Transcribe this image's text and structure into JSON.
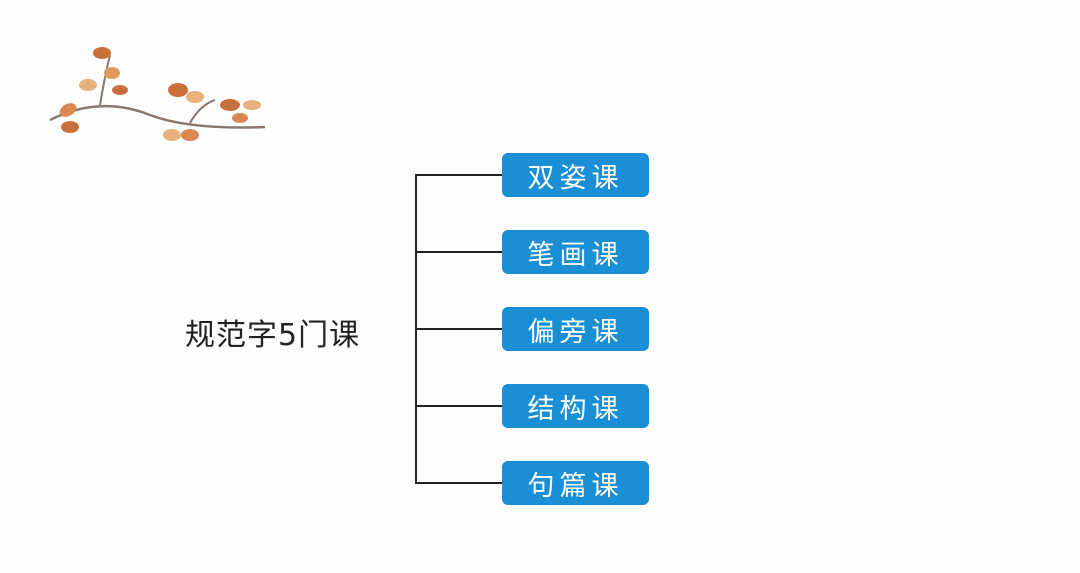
{
  "root": {
    "label": "规范字5门课"
  },
  "children": [
    {
      "label": "双姿课"
    },
    {
      "label": "笔画课"
    },
    {
      "label": "偏旁课"
    },
    {
      "label": "结构课"
    },
    {
      "label": "句篇课"
    }
  ],
  "colors": {
    "node": "#1a8fd6",
    "line": "#222222",
    "leaf": "#d9884f"
  }
}
